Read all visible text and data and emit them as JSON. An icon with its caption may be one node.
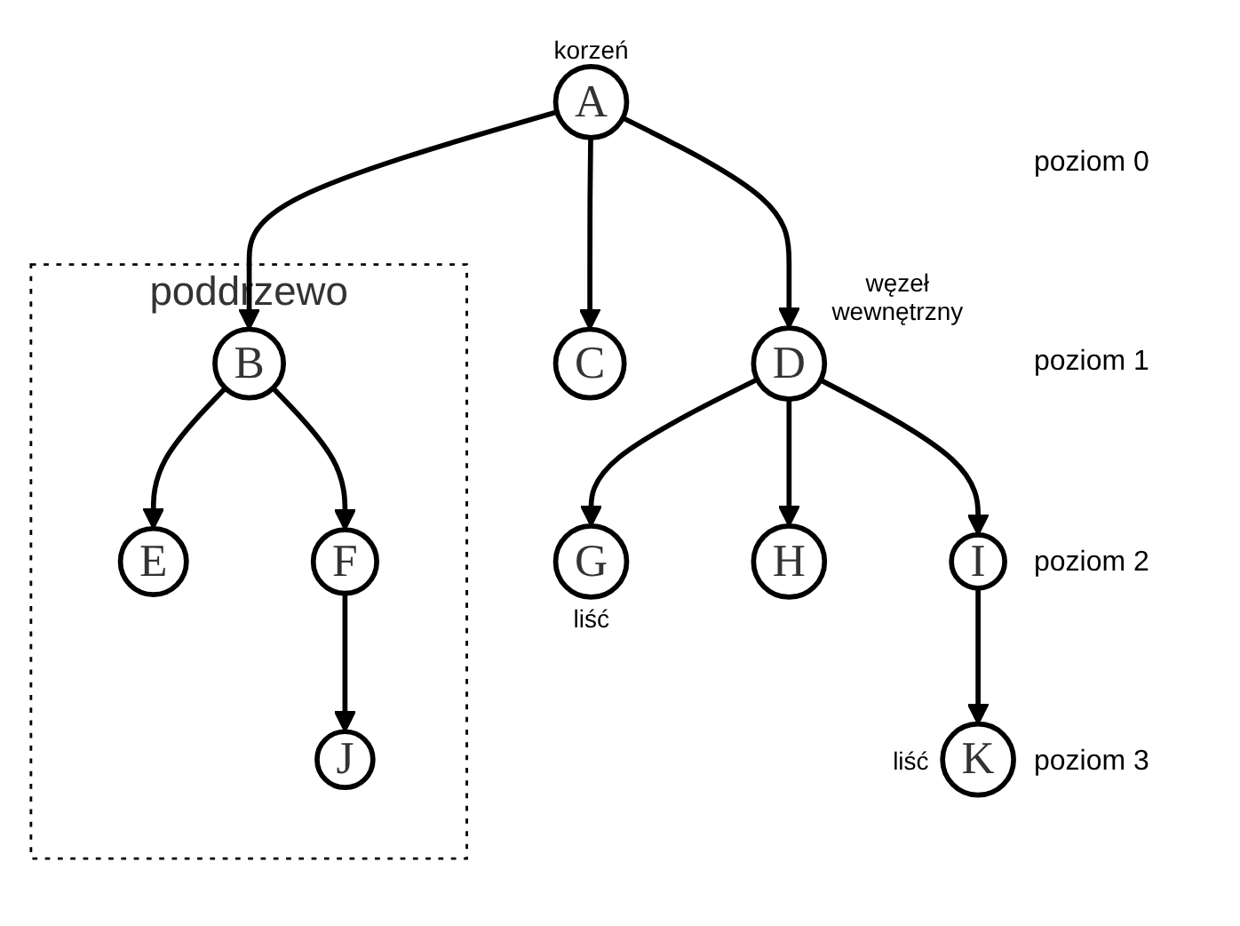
{
  "diagram": {
    "nodes": [
      {
        "text": [
          "A"
        ],
        "beside": [
          "korzeń"
        ]
      },
      {
        "text": [
          "poddrzewo"
        ]
      },
      {
        "text": [
          "B"
        ],
        "in": 1
      },
      {
        "text": [
          "C"
        ]
      },
      {
        "text": [
          "D"
        ],
        "beside": [
          "węzeł wewnętrzny"
        ]
      },
      {
        "text": [
          "E"
        ],
        "in": 1
      },
      {
        "text": [
          "F"
        ],
        "in": 1
      },
      {
        "text": [
          "G"
        ],
        "beside": [
          "liść"
        ]
      },
      {
        "text": [
          "H"
        ]
      },
      {
        "text": [
          "I"
        ]
      },
      {
        "text": [
          "J"
        ],
        "in": 1
      },
      {
        "text": [
          "K"
        ],
        "beside": [
          "liść"
        ]
      }
    ],
    "edges": [
      {
        "from": 0,
        "to": 2,
        "arrow": "to"
      },
      {
        "from": 0,
        "to": 3,
        "arrow": "to"
      },
      {
        "from": 0,
        "to": 4,
        "arrow": "to"
      },
      {
        "from": 2,
        "to": 5,
        "arrow": "to"
      },
      {
        "from": 2,
        "to": 6,
        "arrow": "to"
      },
      {
        "from": 4,
        "to": 7,
        "arrow": "to"
      },
      {
        "from": 4,
        "to": 8,
        "arrow": "to"
      },
      {
        "from": 4,
        "to": 9,
        "arrow": "to"
      },
      {
        "from": 6,
        "to": 10,
        "arrow": "to"
      },
      {
        "from": 9,
        "to": 11,
        "arrow": "to"
      }
    ],
    "labels": [
      "poziom 0",
      "poziom 1",
      "poziom 2",
      "poziom 3"
    ]
  }
}
